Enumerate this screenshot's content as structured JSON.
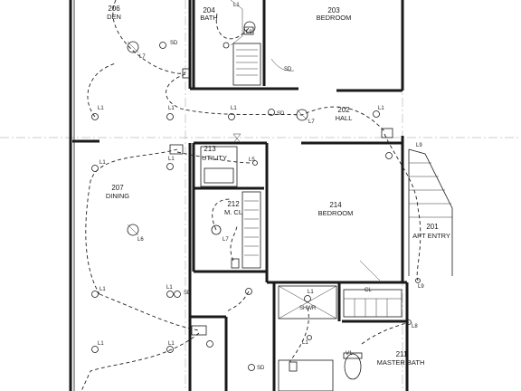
{
  "rooms": [
    {
      "id": "den",
      "number": "206",
      "name": "DEN"
    },
    {
      "id": "bath-204",
      "number": "204",
      "name": "BATH"
    },
    {
      "id": "bedroom-203",
      "number": "203",
      "name": "BEDROOM"
    },
    {
      "id": "hall",
      "number": "202",
      "name": "HALL"
    },
    {
      "id": "utility",
      "number": "213",
      "name": "UTILITY"
    },
    {
      "id": "dining",
      "number": "207",
      "name": "DINING"
    },
    {
      "id": "m-cl",
      "number": "212",
      "name": "M. CL"
    },
    {
      "id": "bedroom-214",
      "number": "214",
      "name": "BEDROOM"
    },
    {
      "id": "apt-entry",
      "number": "201",
      "name": "APT ENTRY"
    },
    {
      "id": "master-bath",
      "number": "211",
      "name": "MASTER BATH"
    }
  ],
  "fixture_labels": {
    "l1": "L1",
    "l5": "L5",
    "l6": "L6",
    "l7": "L7",
    "l8": "L8",
    "l9": "L9",
    "sd": "SD",
    "shwr": "SHWR",
    "cl": "CL",
    "v1": "V1"
  }
}
